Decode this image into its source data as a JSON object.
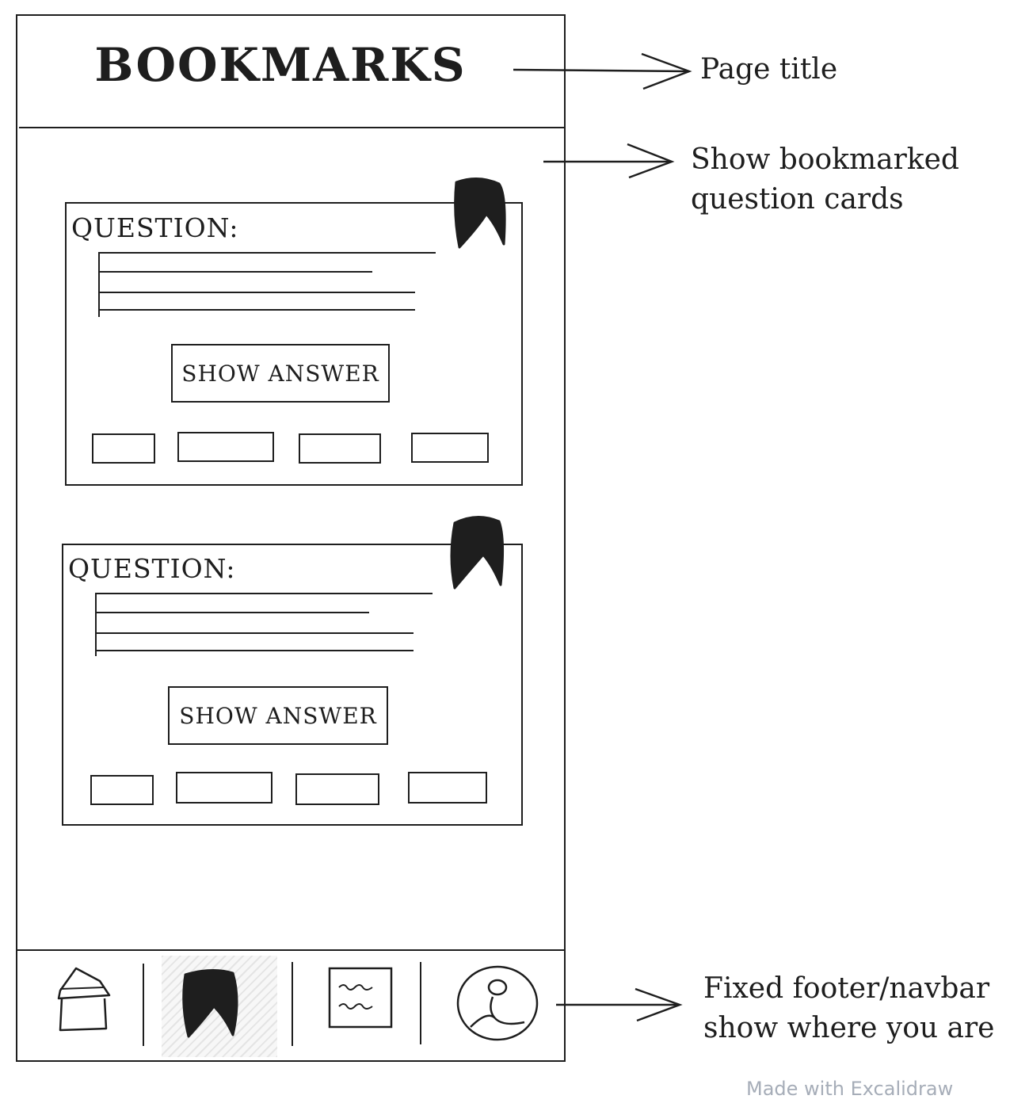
{
  "header": {
    "title": "BOOKMARKS"
  },
  "cards": [
    {
      "question_label": "QUESTION:",
      "button_label": "SHOW ANSWER",
      "bookmarked": true
    },
    {
      "question_label": "QUESTION:",
      "button_label": "SHOW ANSWER",
      "bookmarked": true
    }
  ],
  "footer": {
    "items": [
      "home-icon",
      "bookmark-icon",
      "notes-icon",
      "profile-icon"
    ],
    "active": "bookmark-icon"
  },
  "annotations": {
    "page_title": "Page title",
    "cards_line1": "Show bookmarked",
    "cards_line2": "question cards",
    "footer_line1": "Fixed footer/navbar",
    "footer_line2": "show where you are"
  },
  "watermark": "Made with Excalidraw",
  "colors": {
    "ink": "#1e1e1e",
    "watermark": "#a6adb8",
    "background": "#ffffff"
  }
}
